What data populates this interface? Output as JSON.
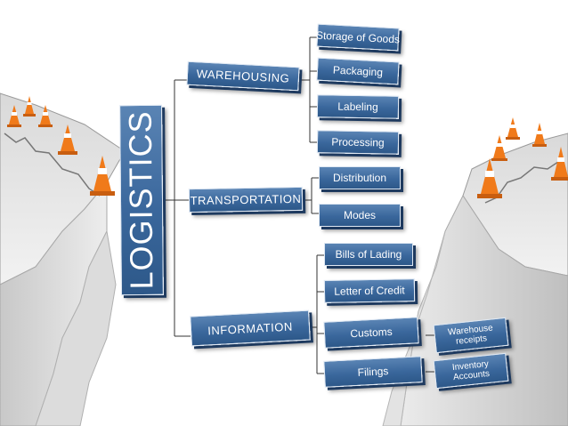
{
  "root": {
    "label": "LOGISTICS"
  },
  "categories": [
    {
      "label": "WAREHOUSING",
      "children": [
        "Storage of Goods",
        "Packaging",
        "Labeling",
        "Processing"
      ]
    },
    {
      "label": "TRANSPORTATION",
      "children": [
        "Distribution",
        "Modes"
      ]
    },
    {
      "label": "INFORMATION",
      "children": [
        "Bills of Lading",
        "Letter of Credit",
        "Customs",
        "Filings"
      ]
    }
  ],
  "customs_children": [
    "Warehouse receipts"
  ],
  "filings_children": [
    "Inventory Accounts"
  ],
  "colors": {
    "box": "#3a679c",
    "box_shadow": "#1e3a5f",
    "connector": "#333333",
    "cone": "#f07a1a"
  }
}
